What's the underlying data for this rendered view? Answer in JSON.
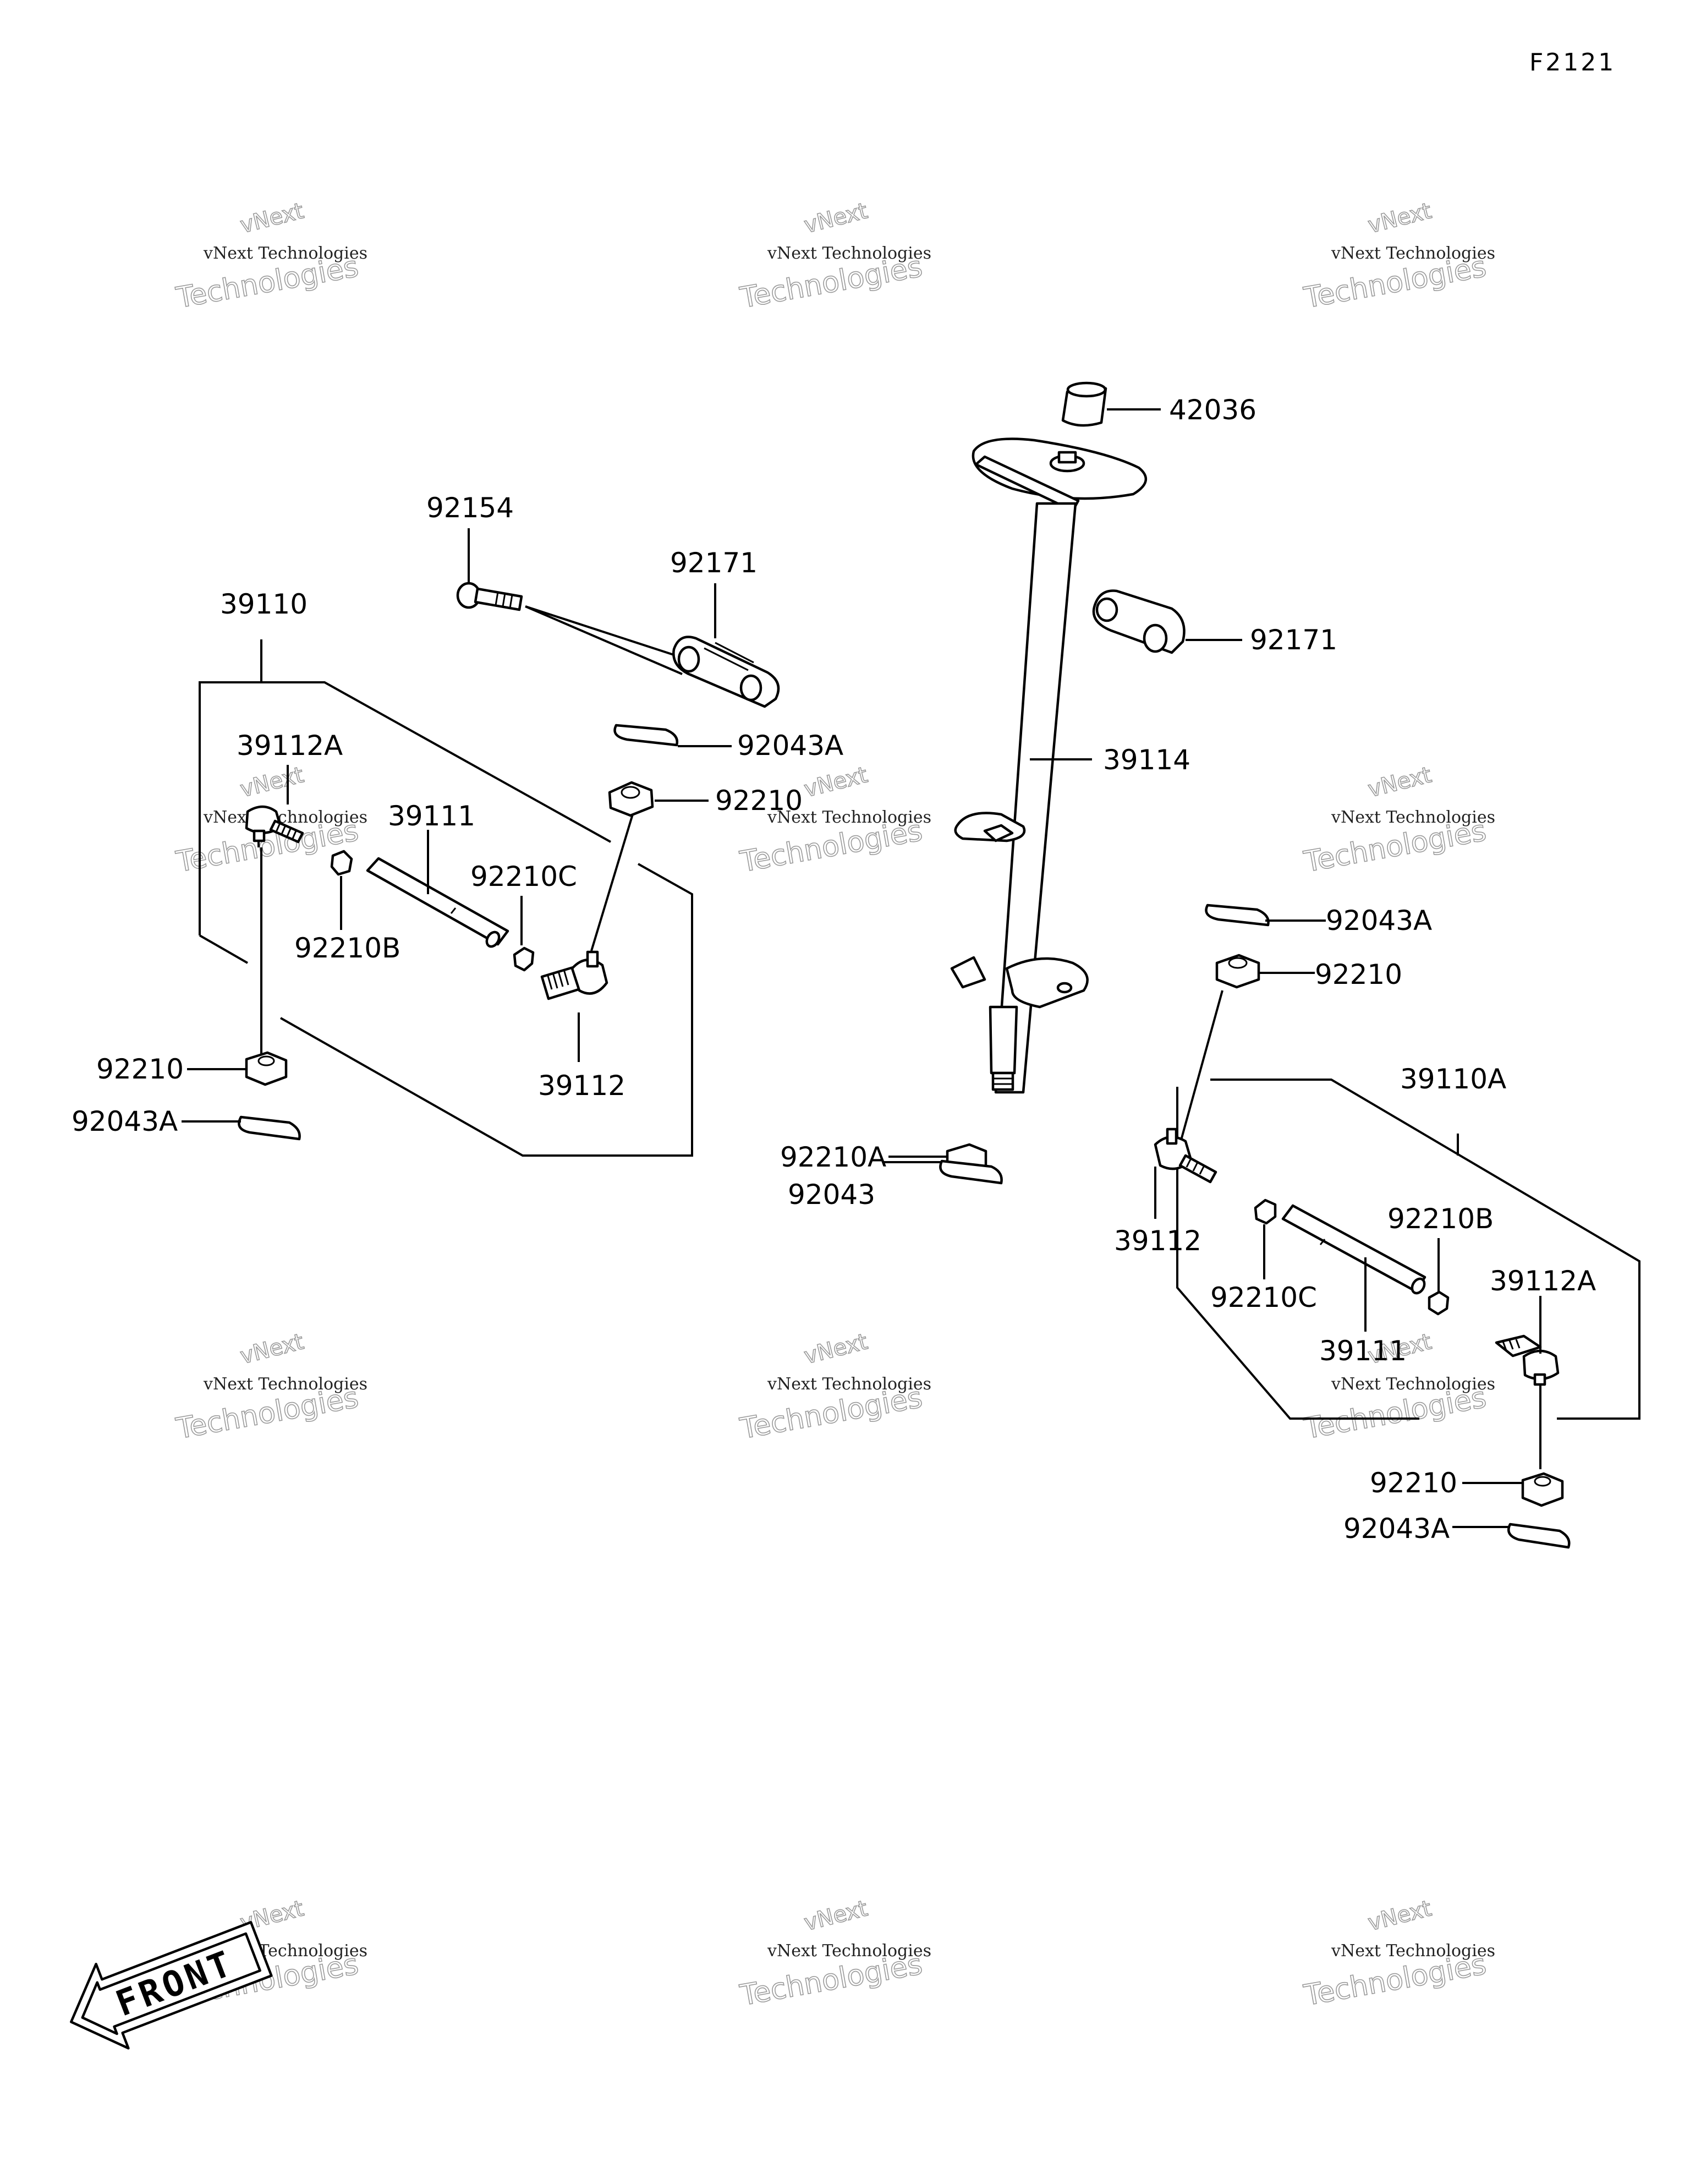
{
  "figure_id": "F2121",
  "watermark": {
    "line1": "vNext Technologies",
    "line2": "Technologies",
    "line3": "vNext"
  },
  "front_marker": "FRONT",
  "parts": {
    "p42036": "42036",
    "p92154": "92154",
    "p92171_a": "92171",
    "p92171_b": "92171",
    "p39110": "39110",
    "p39110A": "39110A",
    "p39112A_l": "39112A",
    "p39112A_r": "39112A",
    "p39111_l": "39111",
    "p39111_r": "39111",
    "p92210C_l": "92210C",
    "p92210C_r": "92210C",
    "p92210B_l": "92210B",
    "p92210B_r": "92210B",
    "p92210_a": "92210",
    "p92210_b": "92210",
    "p92210_c": "92210",
    "p92210_d": "92210",
    "p92210A": "92210A",
    "p92043A_a": "92043A",
    "p92043A_b": "92043A",
    "p92043A_c": "92043A",
    "p92043A_d": "92043A",
    "p92043": "92043",
    "p39114": "39114",
    "p39112_l": "39112",
    "p39112_r": "39112"
  }
}
